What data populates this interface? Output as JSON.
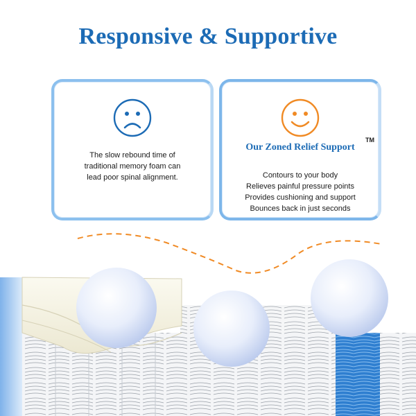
{
  "title": "Responsive & Supportive",
  "left_card": {
    "icon": "sad-face-icon",
    "icon_color": "#1c6bb5",
    "text": "The slow rebound time of traditional memory foam can lead poor spinal alignment."
  },
  "right_card": {
    "icon": "happy-face-icon",
    "icon_color": "#f08a24",
    "heading": "Our Zoned Relief Support",
    "trademark": "TM",
    "lines": [
      "Contours to your body",
      "Relieves painful pressure points",
      "Provides cushioning and support",
      "Bounces back in just seconds"
    ]
  },
  "colors": {
    "brand_blue": "#1c6bb5",
    "accent_orange": "#f08a24",
    "card_border": "#6aa7e6"
  }
}
